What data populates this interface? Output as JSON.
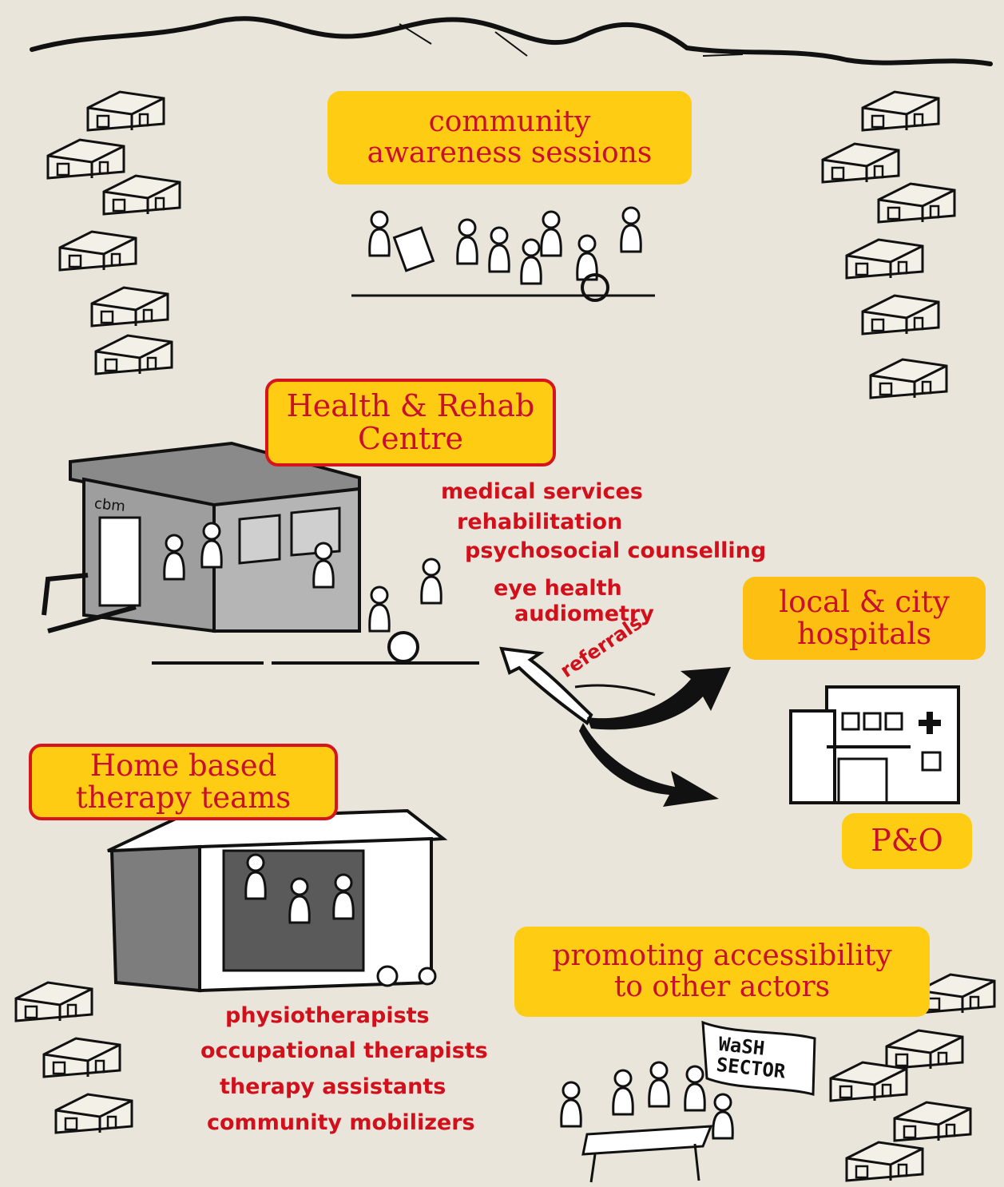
{
  "colors": {
    "background": "#e9e5da",
    "box_fill": "#ffcc14",
    "box_text": "#c8102e",
    "list_text": "#d2101c",
    "ink": "#111111",
    "building_gray": "#9a9a9a"
  },
  "community_awareness": {
    "line1": "community",
    "line2": "awareness sessions"
  },
  "health_rehab_centre": {
    "line1": "Health & Rehab",
    "line2": "Centre",
    "building_sign": "cbm",
    "services": [
      "medical services",
      "rehabilitation",
      "psychosocial counselling",
      "eye health",
      "audiometry"
    ]
  },
  "referrals": {
    "label": "referrals"
  },
  "hospitals": {
    "line1": "local & city",
    "line2": "hospitals"
  },
  "p_and_o": {
    "label": "P&O"
  },
  "home_based": {
    "line1": "Home based",
    "line2": "therapy teams",
    "roles": [
      "physiotherapists",
      "occupational therapists",
      "therapy assistants",
      "community mobilizers"
    ]
  },
  "accessibility": {
    "line1": "promoting accessibility",
    "line2": "to other actors",
    "sign_line1": "WaSH",
    "sign_line2": "SECTOR"
  }
}
